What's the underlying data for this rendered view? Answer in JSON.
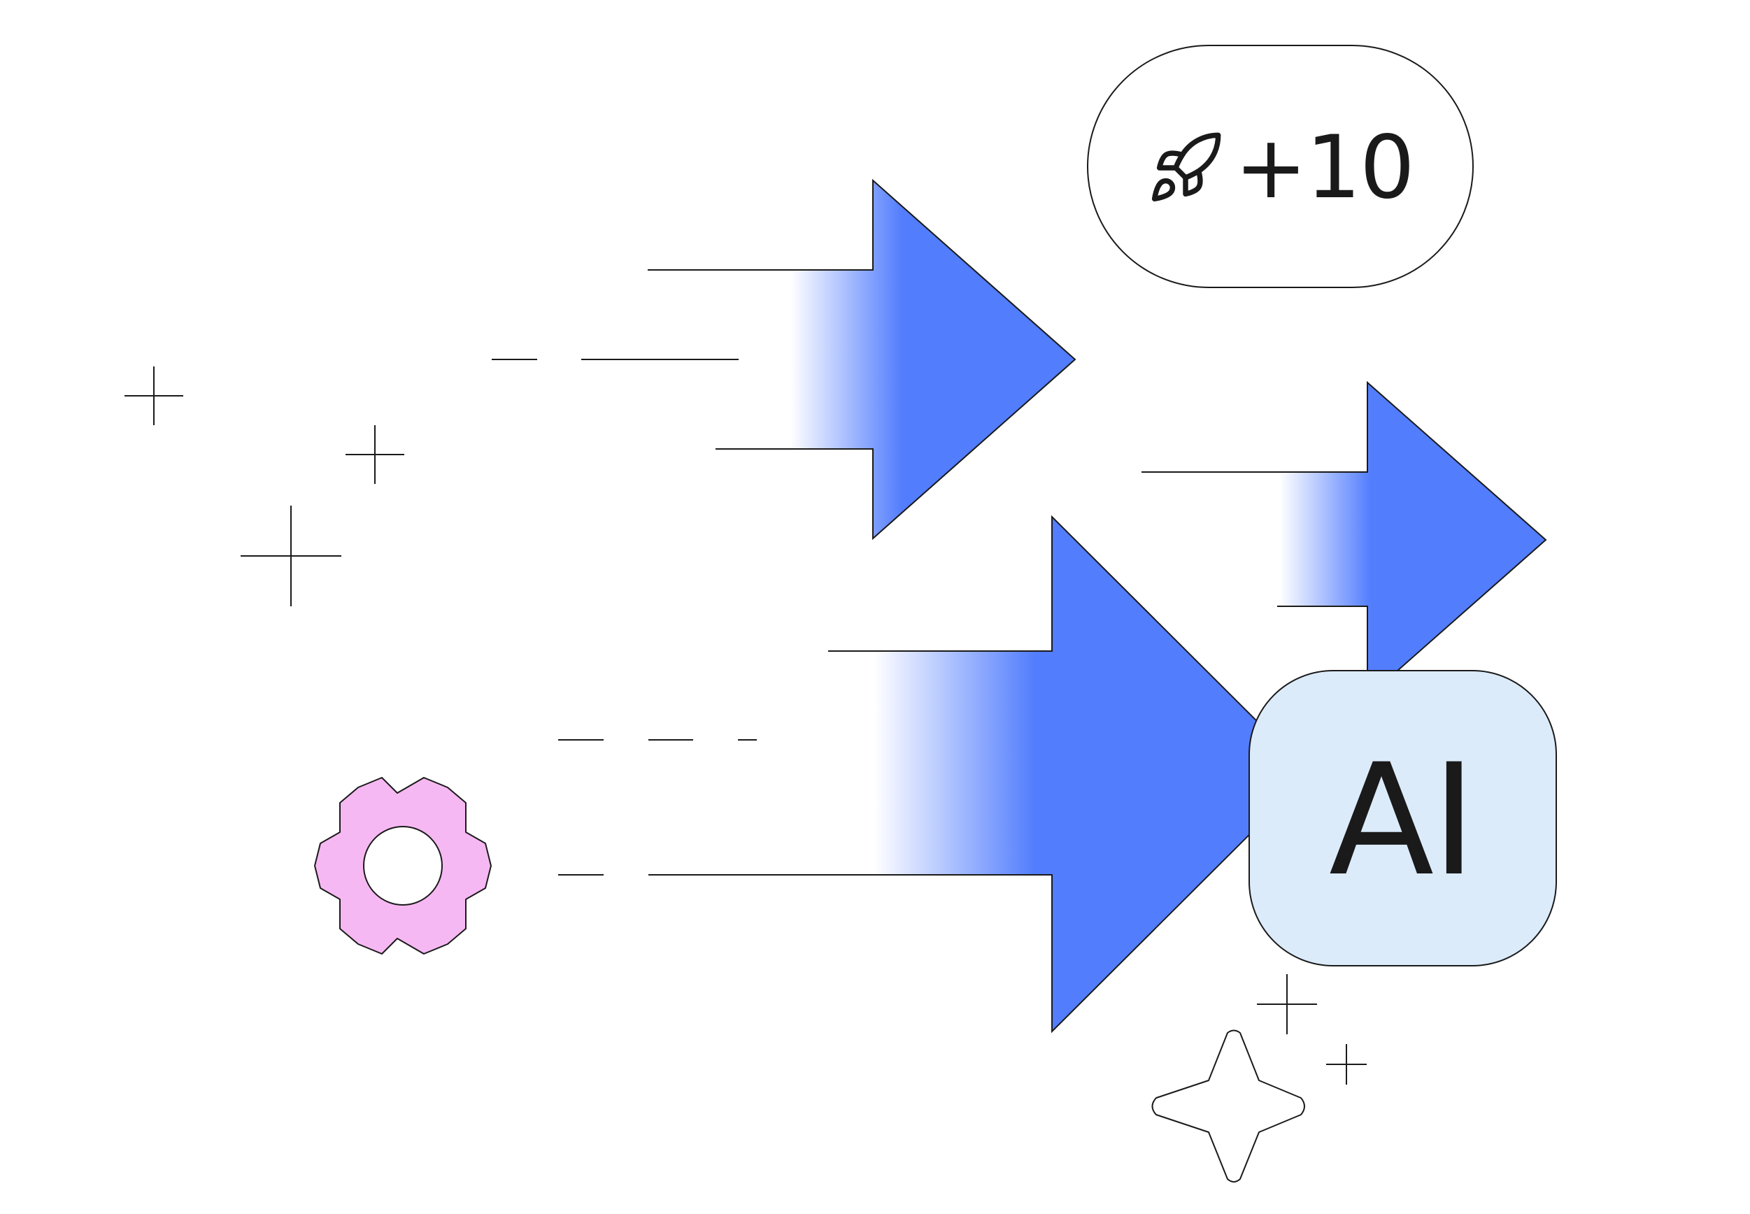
{
  "badge": {
    "label": "+10",
    "icon": "rocket-icon"
  },
  "ai_tile": {
    "label": "AI",
    "background": "#dcebfa"
  },
  "colors": {
    "arrow_blue": "#527dfd",
    "gear_pink": "#f6b8f2",
    "line": "#1a1a1a",
    "background": "#ffffff"
  },
  "decorations": {
    "arrows": [
      "arrow-top",
      "arrow-bottom",
      "arrow-right"
    ],
    "icons": [
      "gear-icon",
      "sparkle-icon",
      "plus-sparkle-icon"
    ]
  }
}
